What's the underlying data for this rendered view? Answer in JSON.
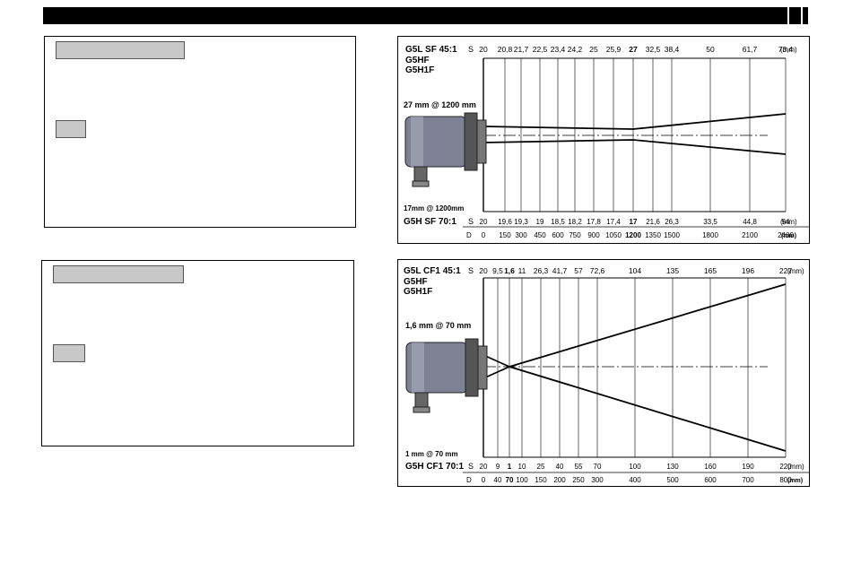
{
  "top": {
    "model_lines": [
      "G5L  SF 45:1",
      "G5HF",
      "G5H1F"
    ],
    "s_label": "S",
    "unit": "(mm)",
    "spots_top": [
      {
        "v": "20",
        "bold": false
      },
      {
        "v": "20,8",
        "bold": false
      },
      {
        "v": "21,7",
        "bold": false
      },
      {
        "v": "22,5",
        "bold": false
      },
      {
        "v": "23,4",
        "bold": false
      },
      {
        "v": "24,2",
        "bold": false
      },
      {
        "v": "25",
        "bold": false
      },
      {
        "v": "25,9",
        "bold": false
      },
      {
        "v": "27",
        "bold": true
      },
      {
        "v": "32,5",
        "bold": false
      },
      {
        "v": "38,4",
        "bold": false
      },
      {
        "v": "50",
        "bold": false
      },
      {
        "v": "61,7",
        "bold": false
      },
      {
        "v": "73,4",
        "bold": false
      }
    ],
    "focus_top": "27 mm @ 1200 mm",
    "focus_bottom": "17mm @ 1200mm",
    "model_bottom": "G5H SF 70:1",
    "spots_bottom": [
      {
        "v": "20",
        "bold": false
      },
      {
        "v": "19,6",
        "bold": false
      },
      {
        "v": "19,3",
        "bold": false
      },
      {
        "v": "19",
        "bold": false
      },
      {
        "v": "18,5",
        "bold": false
      },
      {
        "v": "18,2",
        "bold": false
      },
      {
        "v": "17,8",
        "bold": false
      },
      {
        "v": "17,4",
        "bold": false
      },
      {
        "v": "17",
        "bold": true
      },
      {
        "v": "21,6",
        "bold": false
      },
      {
        "v": "26,3",
        "bold": false
      },
      {
        "v": "33,5",
        "bold": false
      },
      {
        "v": "44,8",
        "bold": false
      },
      {
        "v": "54",
        "bold": false
      }
    ],
    "d_label": "D",
    "distances": [
      {
        "v": "0",
        "bold": false
      },
      {
        "v": "150",
        "bold": false
      },
      {
        "v": "300",
        "bold": false
      },
      {
        "v": "450",
        "bold": false
      },
      {
        "v": "600",
        "bold": false
      },
      {
        "v": "750",
        "bold": false
      },
      {
        "v": "900",
        "bold": false
      },
      {
        "v": "1050",
        "bold": false
      },
      {
        "v": "1200",
        "bold": true
      },
      {
        "v": "1350",
        "bold": false
      },
      {
        "v": "1500",
        "bold": false
      },
      {
        "v": "1800",
        "bold": false
      },
      {
        "v": "2100",
        "bold": false
      },
      {
        "v": "2400",
        "bold": false
      }
    ],
    "dist_unit": "(mm)"
  },
  "bottom": {
    "model_lines": [
      "G5L CF1 45:1",
      "G5HF",
      "G5H1F"
    ],
    "s_label": "S",
    "unit": "(mm)",
    "spots_top": [
      {
        "v": "20",
        "bold": false
      },
      {
        "v": "9,5",
        "bold": false
      },
      {
        "v": "1,6",
        "bold": true
      },
      {
        "v": "11",
        "bold": false
      },
      {
        "v": "26,3",
        "bold": false
      },
      {
        "v": "41,7",
        "bold": false
      },
      {
        "v": "57",
        "bold": false
      },
      {
        "v": "72,6",
        "bold": false
      },
      {
        "v": "104",
        "bold": false
      },
      {
        "v": "135",
        "bold": false
      },
      {
        "v": "165",
        "bold": false
      },
      {
        "v": "196",
        "bold": false
      },
      {
        "v": "227",
        "bold": false
      }
    ],
    "focus_top": "1,6 mm @ 70 mm",
    "focus_bottom": "1 mm @ 70 mm",
    "model_bottom": "G5H CF1 70:1",
    "spots_bottom": [
      {
        "v": "20",
        "bold": false
      },
      {
        "v": "9",
        "bold": false
      },
      {
        "v": "1",
        "bold": true
      },
      {
        "v": "10",
        "bold": false
      },
      {
        "v": "25",
        "bold": false
      },
      {
        "v": "40",
        "bold": false
      },
      {
        "v": "55",
        "bold": false
      },
      {
        "v": "70",
        "bold": false
      },
      {
        "v": "100",
        "bold": false
      },
      {
        "v": "130",
        "bold": false
      },
      {
        "v": "160",
        "bold": false
      },
      {
        "v": "190",
        "bold": false
      },
      {
        "v": "220",
        "bold": false
      }
    ],
    "d_label": "D",
    "distances": [
      {
        "v": "0",
        "bold": false
      },
      {
        "v": "40",
        "bold": false
      },
      {
        "v": "70",
        "bold": true
      },
      {
        "v": "100",
        "bold": false
      },
      {
        "v": "150",
        "bold": false
      },
      {
        "v": "200",
        "bold": false
      },
      {
        "v": "250",
        "bold": false
      },
      {
        "v": "300",
        "bold": false
      },
      {
        "v": "400",
        "bold": false
      },
      {
        "v": "500",
        "bold": false
      },
      {
        "v": "600",
        "bold": false
      },
      {
        "v": "700",
        "bold": false
      },
      {
        "v": "800",
        "bold": false
      }
    ],
    "dist_unit": "(mm)"
  }
}
